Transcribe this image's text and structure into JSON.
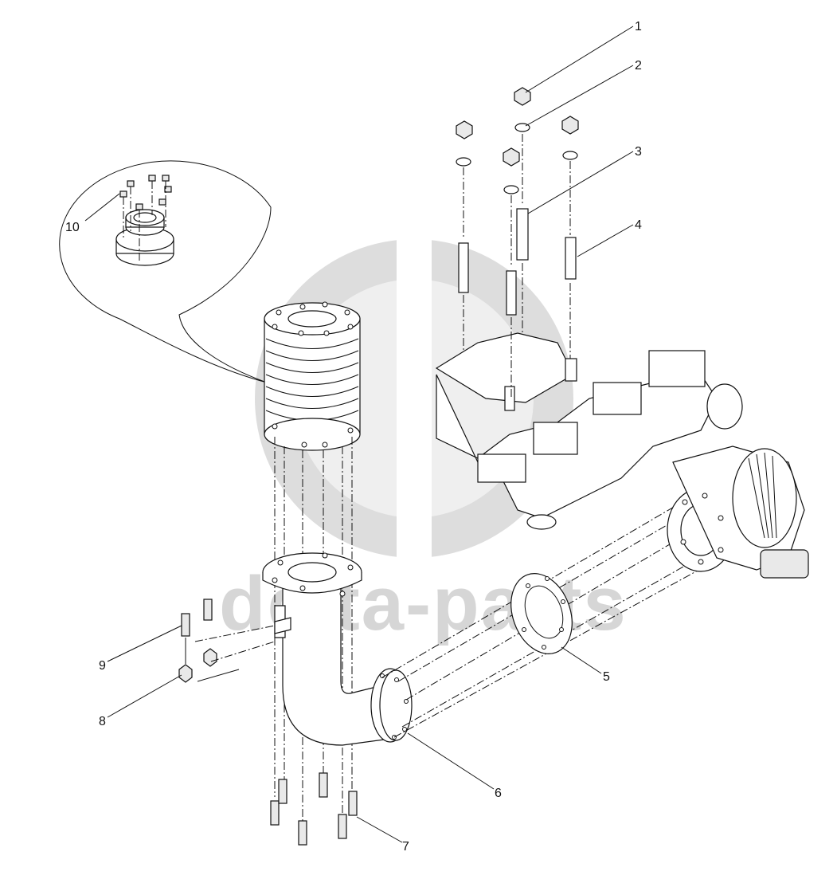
{
  "watermark": {
    "text": "delta-parts",
    "color": "#d9d9d9"
  },
  "callouts": [
    {
      "id": "1",
      "label": "1"
    },
    {
      "id": "2",
      "label": "2"
    },
    {
      "id": "3",
      "label": "3"
    },
    {
      "id": "4",
      "label": "4"
    },
    {
      "id": "5",
      "label": "5"
    },
    {
      "id": "6",
      "label": "6"
    },
    {
      "id": "7",
      "label": "7"
    },
    {
      "id": "8",
      "label": "8"
    },
    {
      "id": "9",
      "label": "9"
    },
    {
      "id": "10",
      "label": "10"
    }
  ],
  "line_color": "#111111"
}
